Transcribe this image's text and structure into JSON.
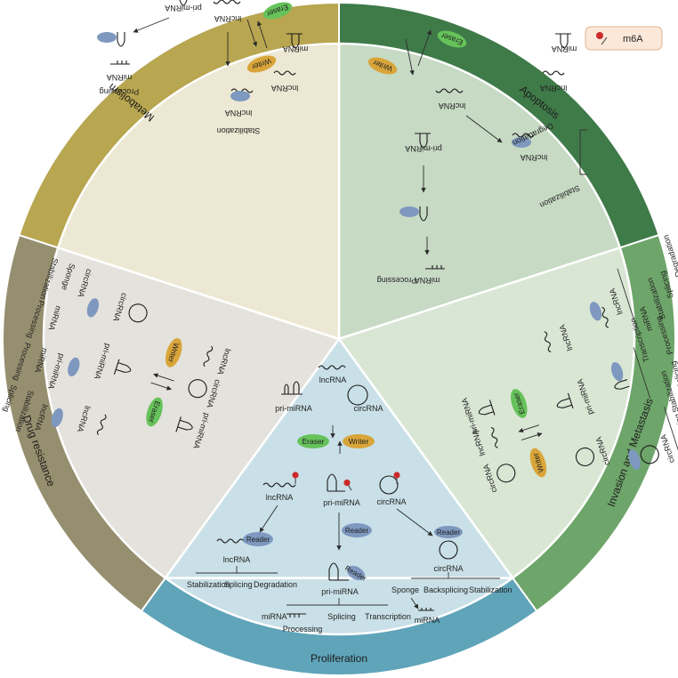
{
  "legend": {
    "label": "m6A"
  },
  "sectors": {
    "apoptosis": {
      "title": "Apoptosis"
    },
    "invasion": {
      "title": "Invasion and Metastasis"
    },
    "proliferation": {
      "title": "Proliferation"
    },
    "drug": {
      "title": "Drug resistance"
    },
    "metabolism": {
      "title": "Metabolism"
    }
  },
  "terms": {
    "lncRNA": "lncRNA",
    "circRNA": "circRNA",
    "pri_miRNA": "pri-miRNA",
    "miRNA": "miRNA",
    "eraser": "Eraser",
    "writer": "Writer",
    "reader": "Reader",
    "stabilization": "Stabilization",
    "splicing": "Splicing",
    "degradation": "Degradation",
    "processing": "Processing",
    "transcription": "Transcription",
    "sponge": "Sponge",
    "backsplicing": "Backsplicing"
  },
  "colors": {
    "apoptosis_ring": "#3f7a49",
    "apoptosis_fill": "#c6dac4",
    "invasion_ring": "#6ea56a",
    "invasion_fill": "#d9e6d4",
    "proliferation_ring": "#5fa4b9",
    "proliferation_fill": "#c9e0e8",
    "drug_ring": "#968f6f",
    "drug_fill": "#e4e2dc",
    "metabolism_ring": "#b8a650",
    "metabolism_fill": "#ede8d3",
    "eraser": "#66c25a",
    "writer": "#d9a53a",
    "reader": "#7e98bf",
    "m6a": "#cc2a2a"
  }
}
